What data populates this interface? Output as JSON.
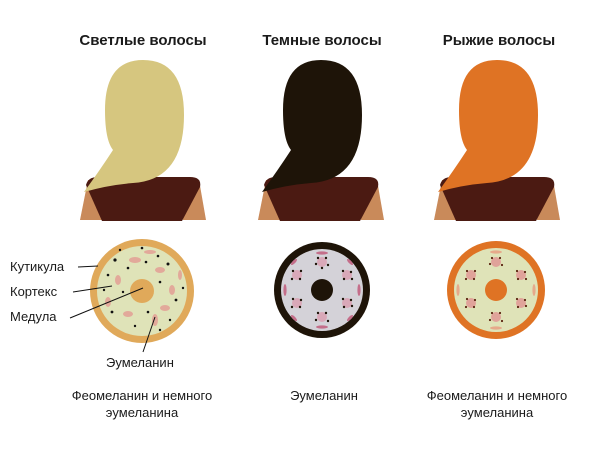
{
  "columns": [
    {
      "title": "Светлые волосы",
      "hair_color": "#d6c67f",
      "caption_lines": [
        "Феомеланин и немного",
        "эумеланина"
      ]
    },
    {
      "title": "Темные волосы",
      "hair_color": "#1e1408",
      "caption_lines": [
        "Эумеланин"
      ]
    },
    {
      "title": "Рыжие волосы",
      "hair_color": "#df7324",
      "caption_lines": [
        "Феомеланин и немного",
        "эумеланина"
      ]
    }
  ],
  "cross_section_labels": {
    "cuticle": "Кутикула",
    "cortex": "Кортекс",
    "medulla": "Медула",
    "eumelanin": "Эумеланин"
  },
  "colors": {
    "shirt": "#4b1a12",
    "skin": "#c98a5a",
    "light_cuticle": "#e0a95a",
    "light_cortex": "#dfe3b8",
    "dark_cuticle": "#1e1408",
    "dark_cortex": "#d4d2d8",
    "red_cuticle": "#df7324",
    "red_cortex": "#dfe3b8"
  }
}
